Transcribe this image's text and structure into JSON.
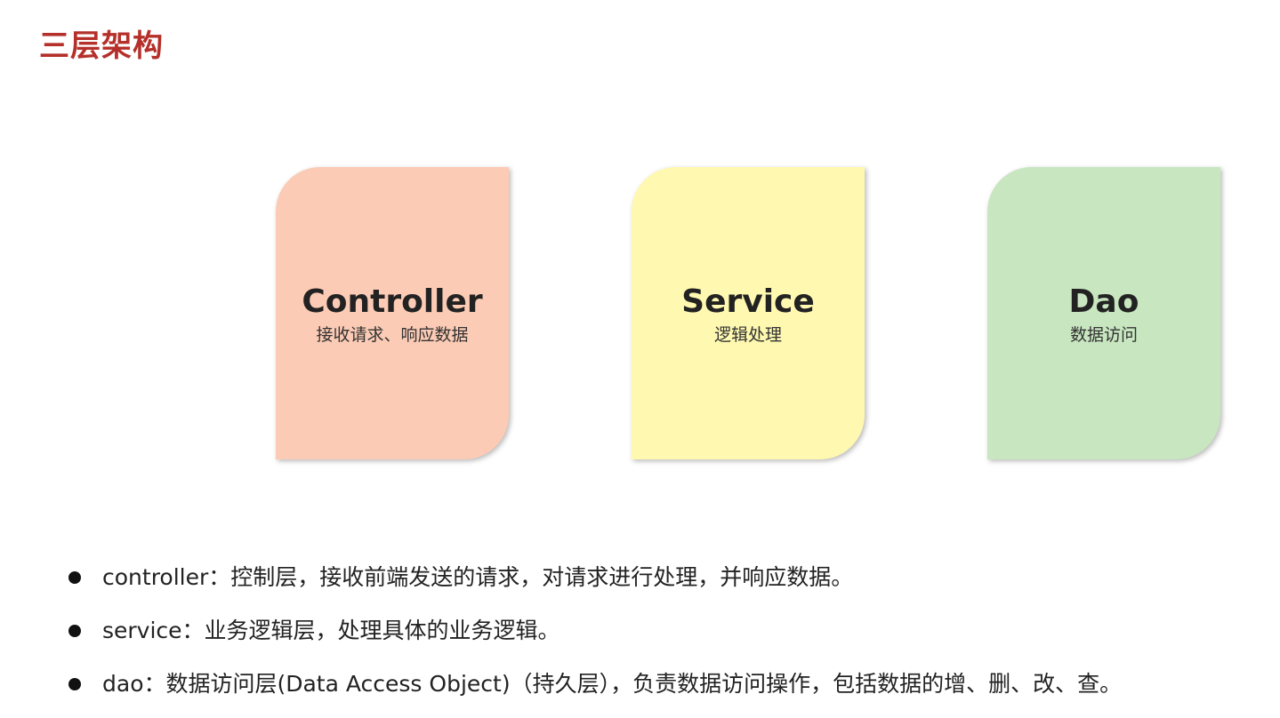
{
  "slide": {
    "title": "三层架构"
  },
  "layers": [
    {
      "name": "Controller",
      "description": "接收请求、响应数据",
      "color": "#fccbb5"
    },
    {
      "name": "Service",
      "description": "逻辑处理",
      "color": "#fff8b0"
    },
    {
      "name": "Dao",
      "description": "数据访问",
      "color": "#c8e6c0"
    }
  ],
  "bullets": [
    "controller：控制层，接收前端发送的请求，对请求进行处理，并响应数据。",
    "service：业务逻辑层，处理具体的业务逻辑。",
    "dao：数据访问层(Data Access Object)（持久层），负责数据访问操作，包括数据的增、删、改、查。"
  ]
}
